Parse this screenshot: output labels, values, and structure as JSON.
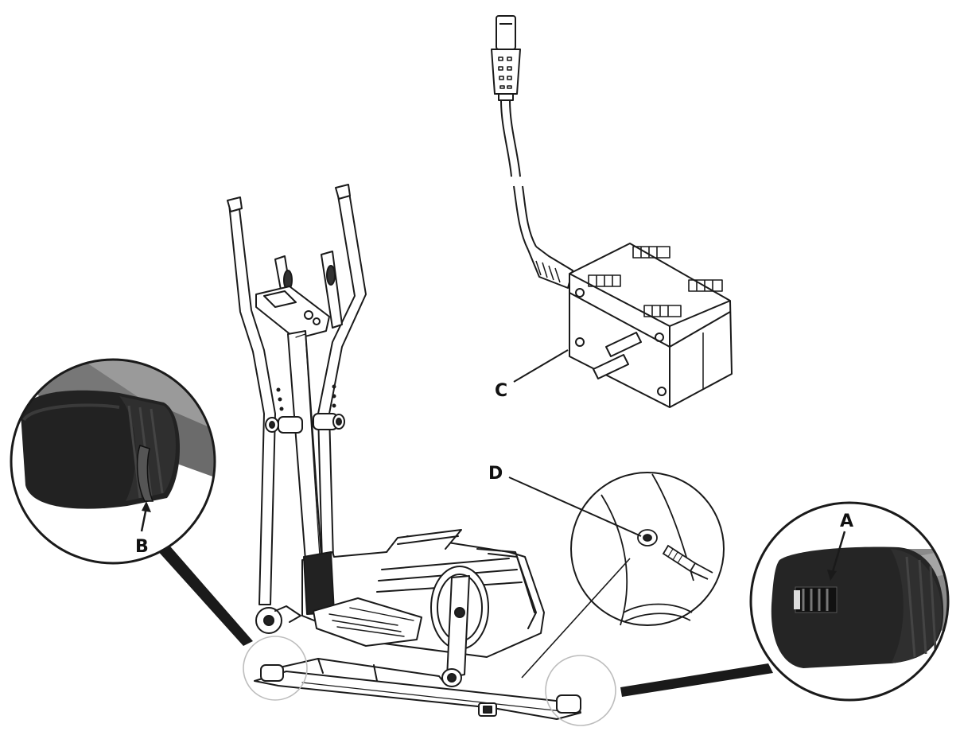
{
  "labels": {
    "a": "A",
    "b": "B",
    "c": "C",
    "d": "D"
  },
  "colors": {
    "line": "#1a1a1a",
    "dark_part": "#222222",
    "dark_part_highlight": "#3a3a3a",
    "gray_tube": "#8a8a8a",
    "background": "#ffffff"
  },
  "icons": {
    "elliptical": "elliptical-trainer-icon",
    "adapter": "power-adapter-icon",
    "plug": "dc-plug-icon",
    "end_cap": "end-cap-icon"
  }
}
